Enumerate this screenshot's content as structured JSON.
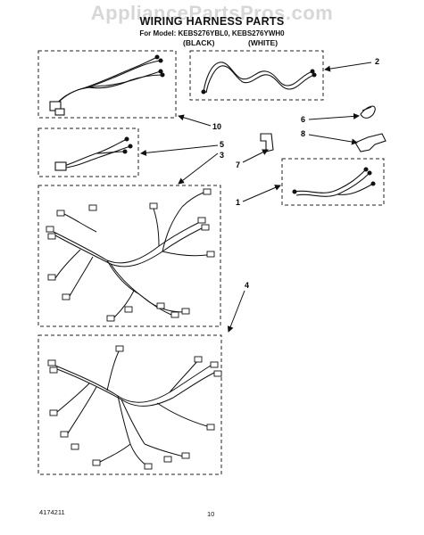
{
  "header": {
    "watermark": "AppliancePartsPros.com",
    "title": "WIRING HARNESS PARTS",
    "model_line": "For Model: KEBS276YBL0, KEBS276YWH0",
    "color_black": "(BLACK)",
    "color_white": "(WHITE)"
  },
  "callouts": {
    "c1": "1",
    "c2": "2",
    "c3": "3",
    "c4": "4",
    "c5": "5",
    "c6": "6",
    "c7": "7",
    "c8": "8",
    "c10": "10"
  },
  "footer": {
    "doc_number": "4174211",
    "page_number": "10"
  }
}
